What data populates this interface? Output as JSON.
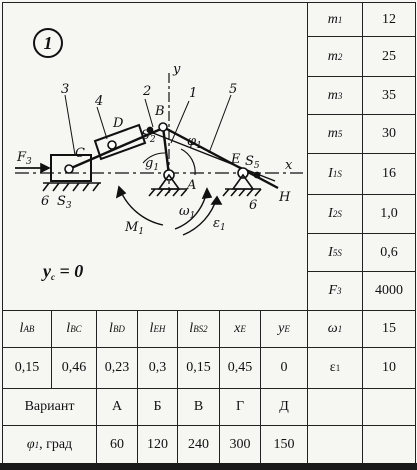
{
  "figure": {
    "variant_number": "1",
    "yc_condition": "= 0",
    "labels": {
      "n3": "3",
      "n4": "4",
      "n2": "2",
      "n1": "1",
      "n5": "5",
      "y": "y",
      "D": "D",
      "B": "B",
      "S2": "S",
      "S2sub": "2",
      "phi1": "φ",
      "phi1sub": "1",
      "F3": "F",
      "F3sub": "3",
      "C": "C",
      "g1": "g",
      "g1sub": "1",
      "E": "E",
      "S5": "S",
      "S5sub": "5",
      "x": "x",
      "A": "A",
      "H": "H",
      "n6a": "6",
      "S3": "S",
      "S3sub": "3",
      "n6b": "6",
      "M1": "M",
      "M1sub": "1",
      "w1": "ω",
      "w1sub": "1",
      "e1": "ε",
      "e1sub": "1"
    }
  },
  "right_table": [
    {
      "sym": "m",
      "sub": "1",
      "val": "12"
    },
    {
      "sym": "m",
      "sub": "2",
      "val": "25"
    },
    {
      "sym": "m",
      "sub": "3",
      "val": "35"
    },
    {
      "sym": "m",
      "sub": "5",
      "val": "30"
    },
    {
      "sym": "I",
      "sub": "1S",
      "val": "16"
    },
    {
      "sym": "I",
      "sub": "2S",
      "val": "1,0"
    },
    {
      "sym": "I",
      "sub": "5S",
      "val": "0,6"
    },
    {
      "sym": "F",
      "sub": "3",
      "val": "4000"
    },
    {
      "sym": "ω",
      "sub": "1",
      "val": "15"
    },
    {
      "sym": "ε",
      "sub": "1",
      "val": "10"
    }
  ],
  "param_headers": [
    {
      "sym": "l",
      "sub": "AB"
    },
    {
      "sym": "l",
      "sub": "BC"
    },
    {
      "sym": "l",
      "sub": "BD"
    },
    {
      "sym": "l",
      "sub": "EH"
    },
    {
      "sym": "l",
      "sub": "BS2"
    },
    {
      "sym": "x",
      "sub": "E"
    },
    {
      "sym": "y",
      "sub": "E"
    }
  ],
  "param_values": [
    "0,15",
    "0,46",
    "0,23",
    "0,3",
    "0,15",
    "0,45",
    "0"
  ],
  "variant_row": {
    "label": "Вариант",
    "options": [
      "А",
      "Б",
      "В",
      "Г",
      "Д"
    ]
  },
  "angle_row": {
    "sym": "φ",
    "sub": "1",
    "unit": ", град",
    "values": [
      "60",
      "120",
      "240",
      "300",
      "150"
    ]
  }
}
